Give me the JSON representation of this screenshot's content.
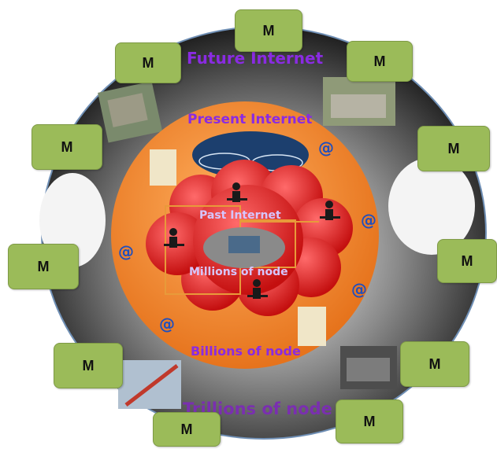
{
  "diagram": {
    "future_label": "Future Internet",
    "present_label": "Present Internet",
    "past_label": "Past Internet",
    "millions_label": "Millions of node",
    "billions_label": "Billions of node",
    "trillions_label": "Trillions of node",
    "m_label": "M",
    "at_label": "@",
    "colors": {
      "outer_ring": "#3a3a3a",
      "orange": "#f07f2a",
      "red_cloud": "#d81c1c",
      "m_box": "#9bbb59",
      "purple_text": "#8a2be2"
    }
  }
}
